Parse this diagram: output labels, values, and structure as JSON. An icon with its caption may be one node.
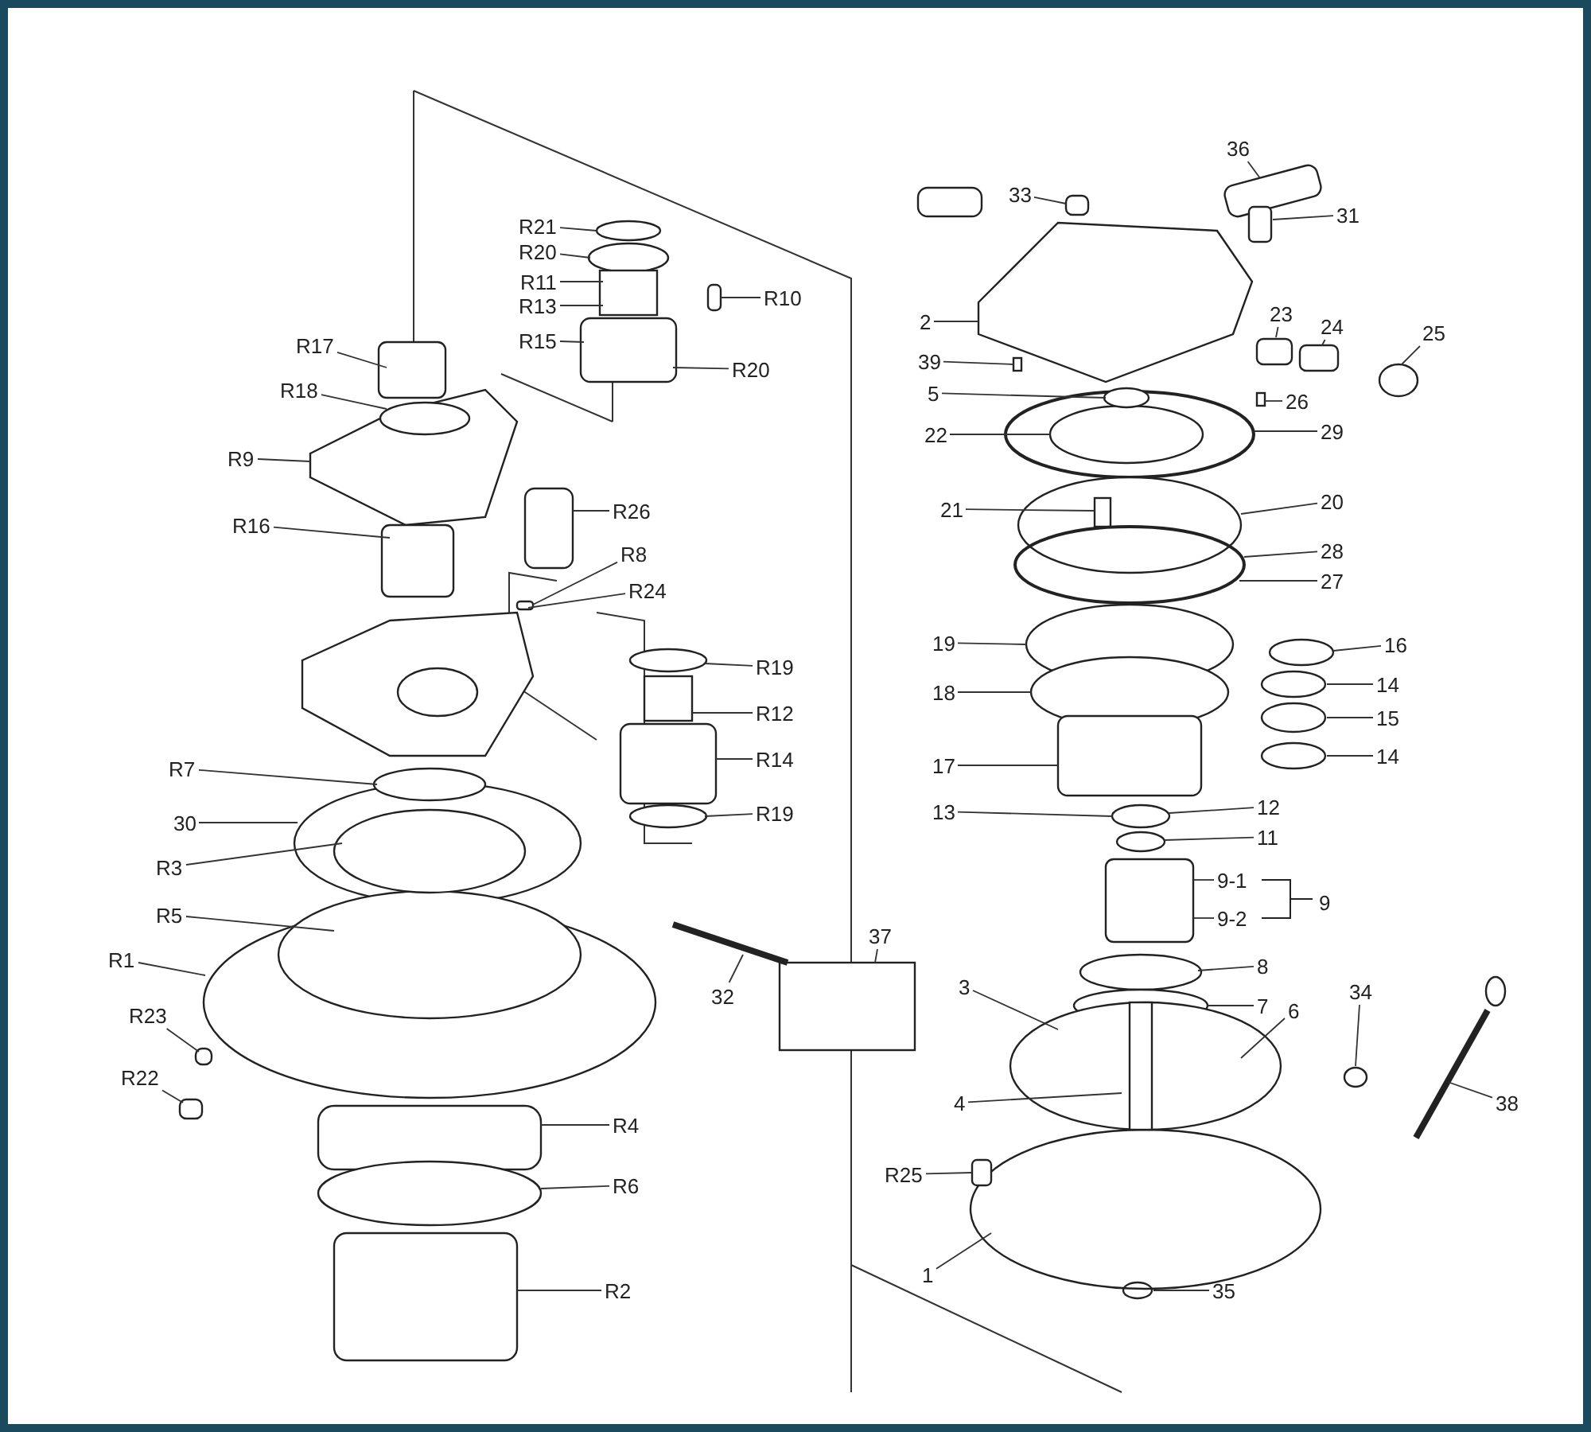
{
  "diagram": {
    "nodes": [
      {
        "text": [
          "R21"
        ]
      },
      {
        "text": [
          "R20"
        ]
      },
      {
        "text": [
          "R11"
        ]
      },
      {
        "text": [
          "R13"
        ]
      },
      {
        "text": [
          "R15"
        ]
      },
      {
        "text": [
          "R10"
        ]
      },
      {
        "text": [
          "R20"
        ]
      },
      {
        "text": [
          "R17"
        ]
      },
      {
        "text": [
          "R18"
        ]
      },
      {
        "text": [
          "R9"
        ]
      },
      {
        "text": [
          "R16"
        ]
      },
      {
        "text": [
          "R26"
        ]
      },
      {
        "text": [
          "R8"
        ]
      },
      {
        "text": [
          "R24"
        ]
      },
      {
        "text": [
          "R19"
        ]
      },
      {
        "text": [
          "R12"
        ]
      },
      {
        "text": [
          "R14"
        ]
      },
      {
        "text": [
          "R19"
        ]
      },
      {
        "text": [
          "R7"
        ]
      },
      {
        "text": [
          "30"
        ]
      },
      {
        "text": [
          "R3"
        ]
      },
      {
        "text": [
          "R5"
        ]
      },
      {
        "text": [
          "R1"
        ]
      },
      {
        "text": [
          "R23"
        ]
      },
      {
        "text": [
          "R22"
        ]
      },
      {
        "text": [
          "R4"
        ]
      },
      {
        "text": [
          "R6"
        ]
      },
      {
        "text": [
          "R2"
        ]
      },
      {
        "text": [
          "36"
        ]
      },
      {
        "text": [
          "33"
        ]
      },
      {
        "text": [
          "31"
        ]
      },
      {
        "text": [
          "2"
        ]
      },
      {
        "text": [
          "23"
        ]
      },
      {
        "text": [
          "24"
        ]
      },
      {
        "text": [
          "25"
        ]
      },
      {
        "text": [
          "39"
        ]
      },
      {
        "text": [
          "5"
        ]
      },
      {
        "text": [
          "26"
        ]
      },
      {
        "text": [
          "22"
        ]
      },
      {
        "text": [
          "29"
        ]
      },
      {
        "text": [
          "20"
        ]
      },
      {
        "text": [
          "21"
        ]
      },
      {
        "text": [
          "28"
        ]
      },
      {
        "text": [
          "27"
        ]
      },
      {
        "text": [
          "16"
        ]
      },
      {
        "text": [
          "14"
        ]
      },
      {
        "text": [
          "15"
        ]
      },
      {
        "text": [
          "14"
        ]
      },
      {
        "text": [
          "19"
        ]
      },
      {
        "text": [
          "18"
        ]
      },
      {
        "text": [
          "17"
        ]
      },
      {
        "text": [
          "13"
        ]
      },
      {
        "text": [
          "12"
        ]
      },
      {
        "text": [
          "11"
        ]
      },
      {
        "text": [
          "9-1"
        ]
      },
      {
        "text": [
          "9-2"
        ]
      },
      {
        "text": [
          "8"
        ]
      },
      {
        "text": [
          "7"
        ]
      },
      {
        "text": [
          "3"
        ]
      },
      {
        "text": [
          "6"
        ]
      },
      {
        "text": [
          "34"
        ]
      },
      {
        "text": [
          "4"
        ]
      },
      {
        "text": [
          "38"
        ]
      },
      {
        "text": [
          "R25"
        ]
      },
      {
        "text": [
          "1"
        ]
      },
      {
        "text": [
          "35"
        ]
      },
      {
        "text": [
          "37"
        ]
      },
      {
        "text": [
          "32"
        ]
      }
    ],
    "edges": [
      {
        "from": 0,
        "to": null,
        "arrow": "none"
      },
      {
        "from": 1,
        "to": null,
        "arrow": "none"
      },
      {
        "from": 2,
        "to": null,
        "arrow": "none"
      },
      {
        "from": 3,
        "to": null,
        "arrow": "none"
      },
      {
        "from": 4,
        "to": null,
        "arrow": "none"
      },
      {
        "from": 5,
        "to": null,
        "arrow": "none"
      },
      {
        "from": 6,
        "to": null,
        "arrow": "none"
      },
      {
        "from": 7,
        "to": null,
        "arrow": "none"
      },
      {
        "from": 8,
        "to": null,
        "arrow": "none"
      },
      {
        "from": 9,
        "to": null,
        "arrow": "none"
      },
      {
        "from": 10,
        "to": null,
        "arrow": "none"
      },
      {
        "from": 11,
        "to": null,
        "arrow": "none"
      },
      {
        "from": 12,
        "to": null,
        "arrow": "none"
      },
      {
        "from": 13,
        "to": null,
        "arrow": "none"
      },
      {
        "from": 14,
        "to": null,
        "arrow": "none"
      },
      {
        "from": 15,
        "to": null,
        "arrow": "none"
      },
      {
        "from": 16,
        "to": null,
        "arrow": "none"
      },
      {
        "from": 17,
        "to": null,
        "arrow": "none"
      },
      {
        "from": 18,
        "to": null,
        "arrow": "none"
      },
      {
        "from": 19,
        "to": null,
        "arrow": "none"
      },
      {
        "from": 20,
        "to": null,
        "arrow": "none"
      },
      {
        "from": 21,
        "to": null,
        "arrow": "none"
      },
      {
        "from": 22,
        "to": null,
        "arrow": "none"
      },
      {
        "from": 23,
        "to": null,
        "arrow": "none"
      },
      {
        "from": 24,
        "to": null,
        "arrow": "none"
      },
      {
        "from": 25,
        "to": null,
        "arrow": "none"
      },
      {
        "from": 26,
        "to": null,
        "arrow": "none"
      },
      {
        "from": 27,
        "to": null,
        "arrow": "none"
      },
      {
        "from": 28,
        "to": null,
        "arrow": "none"
      },
      {
        "from": 29,
        "to": null,
        "arrow": "none"
      },
      {
        "from": 30,
        "to": null,
        "arrow": "none"
      },
      {
        "from": 31,
        "to": null,
        "arrow": "none"
      },
      {
        "from": 32,
        "to": null,
        "arrow": "none"
      },
      {
        "from": 33,
        "to": null,
        "arrow": "none"
      },
      {
        "from": 34,
        "to": null,
        "arrow": "none"
      },
      {
        "from": 35,
        "to": null,
        "arrow": "none"
      },
      {
        "from": 36,
        "to": null,
        "arrow": "none"
      },
      {
        "from": 37,
        "to": null,
        "arrow": "none"
      },
      {
        "from": 38,
        "to": null,
        "arrow": "none"
      },
      {
        "from": 39,
        "to": null,
        "arrow": "none"
      },
      {
        "from": 40,
        "to": null,
        "arrow": "none"
      },
      {
        "from": 41,
        "to": null,
        "arrow": "none"
      },
      {
        "from": 42,
        "to": null,
        "arrow": "none"
      },
      {
        "from": 43,
        "to": null,
        "arrow": "none"
      },
      {
        "from": 44,
        "to": null,
        "arrow": "none"
      },
      {
        "from": 45,
        "to": null,
        "arrow": "none"
      },
      {
        "from": 46,
        "to": null,
        "arrow": "none"
      },
      {
        "from": 47,
        "to": null,
        "arrow": "none"
      },
      {
        "from": 48,
        "to": null,
        "arrow": "none"
      },
      {
        "from": 49,
        "to": null,
        "arrow": "none"
      },
      {
        "from": 50,
        "to": null,
        "arrow": "none"
      },
      {
        "from": 51,
        "to": null,
        "arrow": "none"
      },
      {
        "from": 52,
        "to": null,
        "arrow": "none"
      },
      {
        "from": 53,
        "to": null,
        "arrow": "none"
      },
      {
        "from": 54,
        "to": null,
        "arrow": "none"
      },
      {
        "from": 55,
        "to": null,
        "arrow": "none"
      },
      {
        "from": 56,
        "to": null,
        "arrow": "none"
      },
      {
        "from": 57,
        "to": null,
        "arrow": "none"
      },
      {
        "from": 58,
        "to": null,
        "arrow": "none"
      },
      {
        "from": 59,
        "to": null,
        "arrow": "none"
      },
      {
        "from": 60,
        "to": null,
        "arrow": "none"
      },
      {
        "from": 61,
        "to": null,
        "arrow": "none"
      },
      {
        "from": 62,
        "to": null,
        "arrow": "none"
      },
      {
        "from": 63,
        "to": null,
        "arrow": "none"
      },
      {
        "from": 64,
        "to": null,
        "arrow": "none"
      },
      {
        "from": 65,
        "to": null,
        "arrow": "none"
      },
      {
        "from": 66,
        "to": null,
        "arrow": "none"
      },
      {
        "from": 67,
        "to": null,
        "arrow": "none"
      }
    ],
    "labels": [
      "9"
    ]
  }
}
